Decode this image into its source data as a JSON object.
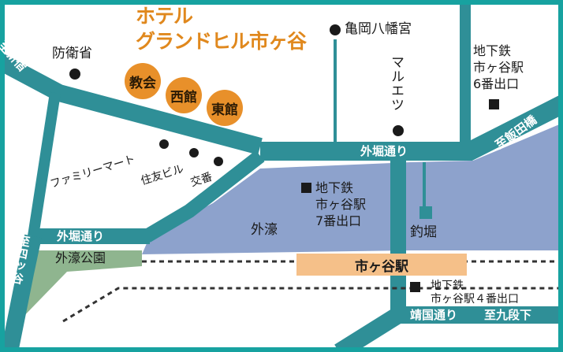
{
  "colors": {
    "frame": "#17a2a0",
    "road": "#2f8f97",
    "moat": "#8da2cc",
    "park": "#8fb58f",
    "hotel": "#e8902a",
    "station": "#f5c089"
  },
  "hotel": {
    "line1": "ホテル",
    "line2": "グランドヒル市ヶ谷"
  },
  "buildings": {
    "church": "教会",
    "west": "西館",
    "east": "東館"
  },
  "landmarks": {
    "defense_ministry": "防衛省",
    "shrine": "亀岡八幡宮",
    "marui": "マルエツ",
    "familymart": "ファミリーマート",
    "sumitomo": "住友ビル",
    "koban": "交番",
    "moat": "外濠",
    "tsuribori": "釣堀",
    "park": "外濠公園"
  },
  "roads": {
    "shinjuku": "至新宿",
    "iidabashi": "至飯田橋",
    "yotsuya": "至四ッ谷",
    "sotobori_top": "外堀通り",
    "sotobori_left": "外堀通り",
    "yasukuni": "靖国通り",
    "kudanshita": "至九段下"
  },
  "exits": {
    "exit6": {
      "l1": "地下鉄",
      "l2": "市ヶ谷駅",
      "l3": "6番出口"
    },
    "exit7": {
      "l1": "地下鉄",
      "l2": "市ヶ谷駅",
      "l3": "7番出口"
    },
    "exit4": {
      "l1": "地下鉄",
      "l2": "市ヶ谷駅４番出口"
    }
  },
  "station": {
    "name": "市ヶ谷駅"
  }
}
